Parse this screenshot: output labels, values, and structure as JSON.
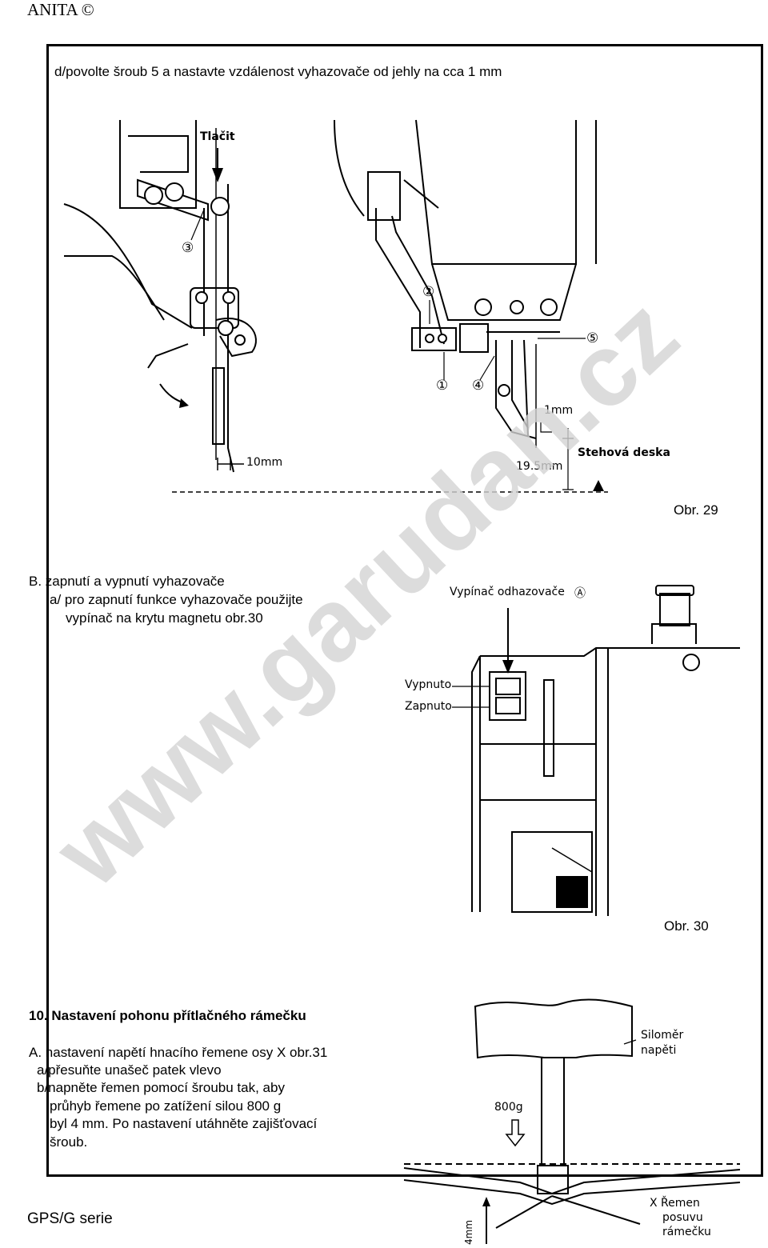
{
  "header": {
    "brand": "ANITA ©"
  },
  "step_d": "d/povolte šroub 5 a nastavte vzdálenost vyhazovače od jehly na cca 1 mm",
  "fig29": {
    "caption": "Obr. 29",
    "label_push": "Tlačit",
    "label_10mm": "10mm",
    "label_1mm": "1mm",
    "label_19_5mm": "19.5mm",
    "label_plate": "Stehová deska",
    "parts": [
      "①",
      "②",
      "③",
      "④",
      "⑤"
    ]
  },
  "section_b": {
    "title": "B. zapnutí a vypnutí vyhazovače",
    "line1": "a/ pro zapnutí funkce vyhazovače použijte",
    "line2": "vypínač na krytu magnetu obr.30"
  },
  "fig30": {
    "caption": "Obr. 30",
    "label_switch": "Vypínač odhazovače",
    "label_off": "Vypnuto",
    "label_on": "Zapnuto",
    "label_a": "Ⓐ"
  },
  "section_10": {
    "title": "10. Nastavení pohonu přítlačného rámečku",
    "a_title": "A. nastavení  napětí hnacího řemene osy X obr.31",
    "line1": "a/přesuňte unašeč patek vlevo",
    "line2": "b/napněte řemen pomocí šroubu tak, aby",
    "line3": "průhyb řemene po zatížení silou 800 g",
    "line4": "byl 4 mm. Po nastavení utáhněte zajišťovací",
    "line5": "šroub."
  },
  "fig31": {
    "label_gauge": "Siloměr",
    "label_tension": "napěti",
    "label_force": "800g",
    "label_belt1": "X Řemen",
    "label_belt2": "posuvu",
    "label_belt3": "rámečku",
    "label_4mm": "4mm"
  },
  "watermark": "www.garudan.cz",
  "footer": {
    "series": "GPS/G serie"
  }
}
